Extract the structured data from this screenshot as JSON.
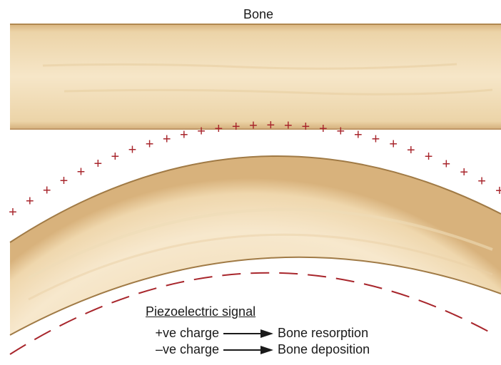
{
  "title": "Bone",
  "legend": {
    "heading": "Piezoelectric signal",
    "rows": [
      {
        "charge": "+ve charge",
        "effect": "Bone resorption"
      },
      {
        "charge": "–ve charge",
        "effect": "Bone deposition"
      }
    ]
  },
  "charge_marks": {
    "convex_side_symbol": "+",
    "concave_side_symbol": "–",
    "color": "#a8262c"
  },
  "colors": {
    "bone_fill": "#f1dcb6",
    "bone_edge": "#a07a45",
    "text": "#1a1a1a"
  }
}
